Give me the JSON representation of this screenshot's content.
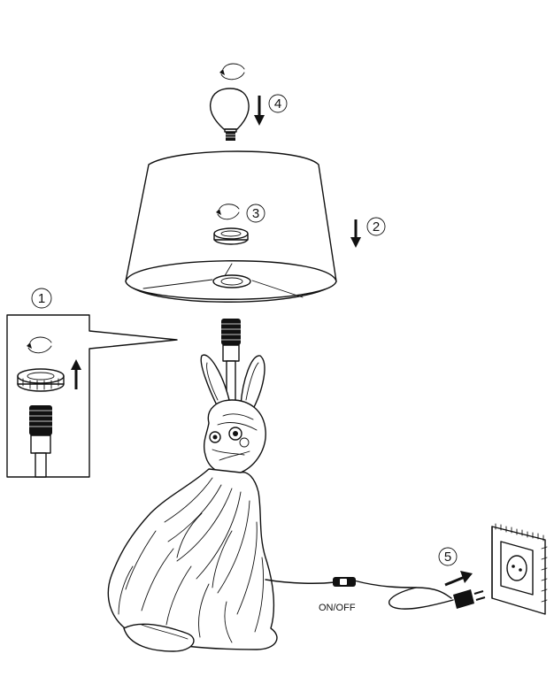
{
  "steps": {
    "step1": "1",
    "step2": "2",
    "step3": "3",
    "step4": "4",
    "step5": "5"
  },
  "switch_label": "ON/OFF",
  "icons": {
    "rotate": "rotate-arrow-icon",
    "down": "arrow-down-icon",
    "up": "arrow-up-icon",
    "right": "arrow-right-icon"
  },
  "colors": {
    "line": "#111111",
    "background": "#ffffff"
  }
}
